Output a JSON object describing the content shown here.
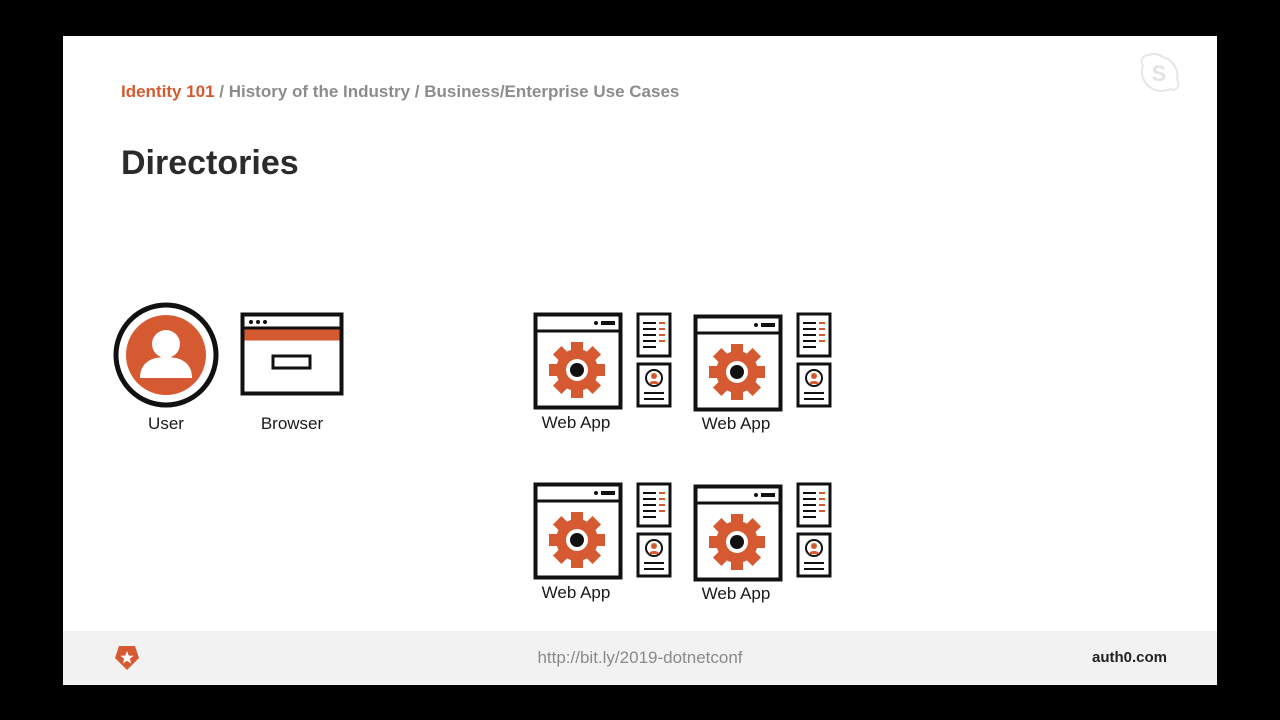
{
  "breadcrumb": {
    "first": "Identity 101",
    "rest": " / History of the Industry / Business/Enterprise Use Cases"
  },
  "slide_title": "Directories",
  "diagram": {
    "user_label": "User",
    "browser_label": "Browser",
    "web_app_labels": [
      "Web App",
      "Web App",
      "Web App",
      "Web App"
    ]
  },
  "footer": {
    "url": "http://bit.ly/2019-dotnetconf",
    "brand": "auth0.com"
  },
  "icons": {
    "skype": "skype-icon",
    "auth0": "auth0-logo-icon",
    "user": "user-avatar-icon",
    "browser": "browser-window-icon",
    "web_app": "web-app-gear-icon",
    "document": "document-icon",
    "profile_card": "profile-card-icon"
  },
  "colors": {
    "accent": "#d65a31",
    "ink": "#111111",
    "footer_bg": "#f2f2f2"
  }
}
